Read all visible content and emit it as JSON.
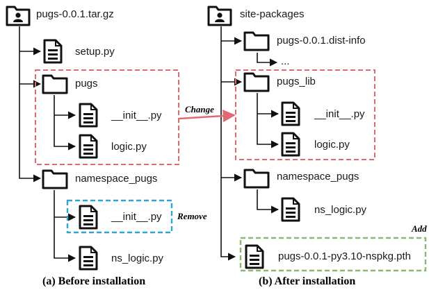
{
  "colors": {
    "line": "#111111",
    "change_box": "#e06a70",
    "remove_box": "#2aa7d8",
    "add_box": "#8ab870",
    "change_arrow": "#e06a70"
  },
  "icons": {
    "root": "user-folder-icon",
    "folder": "folder-icon",
    "file": "document-icon"
  },
  "left": {
    "root": "pugs-0.0.1.tar.gz",
    "setup": "setup.py",
    "pkg": "pugs",
    "pkg_init": "__init__.py",
    "pkg_logic": "logic.py",
    "ns": "namespace_pugs",
    "ns_init": "__init__.py",
    "ns_logic": "ns_logic.py",
    "caption": "(a) Before installation"
  },
  "right": {
    "root": "site-packages",
    "distinfo": "pugs-0.0.1.dist-info",
    "ellipsis": "...",
    "pkg": "pugs_lib",
    "pkg_init": "__init__.py",
    "pkg_logic": "logic.py",
    "ns": "namespace_pugs",
    "ns_logic": "ns_logic.py",
    "pth": "pugs-0.0.1-py3.10-nspkg.pth",
    "caption": "(b) After installation"
  },
  "annotations": {
    "change": "Change",
    "remove": "Remove",
    "add": "Add"
  }
}
